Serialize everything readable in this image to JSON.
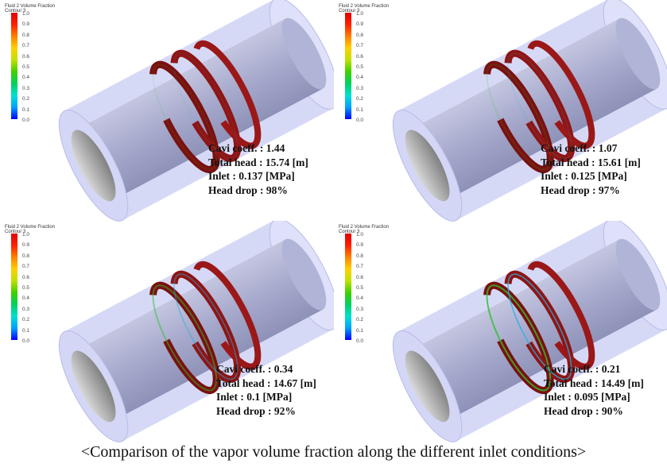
{
  "legend": {
    "title": "Fluid 2 Volume Fraction",
    "subtitle": "Contour 3",
    "ticks": [
      "1.0",
      "0.9",
      "0.8",
      "0.7",
      "0.6",
      "0.5",
      "0.4",
      "0.3",
      "0.2",
      "0.1",
      "0.0"
    ],
    "colors": [
      "#0000ff",
      "#00a0ff",
      "#00e0d0",
      "#00d060",
      "#40d000",
      "#c0e000",
      "#ffd000",
      "#ff8000",
      "#ff2000",
      "#e00000"
    ]
  },
  "panels": [
    {
      "cavi": "Cavi coeff. : 1.44",
      "head": "Total head : 15.74 [m]",
      "inlet": "Inlet : 0.137 [MPa]",
      "drop": "Head drop : 98%",
      "green": 0.1
    },
    {
      "cavi": "Cavi coeff. : 1.07",
      "head": "Total head : 15.61 [m]",
      "inlet": "Inlet : 0.125 [MPa]",
      "drop": "Head drop : 97%",
      "green": 0.15
    },
    {
      "cavi": "Cavi coeff. : 0.34",
      "head": "Total head : 14.67 [m]",
      "inlet": "Inlet : 0.1 [MPa]",
      "drop": "Head drop : 92%",
      "green": 0.5
    },
    {
      "cavi": "Cavi coeff. : 0.21",
      "head": "Total head : 14.49 [m]",
      "inlet": "Inlet : 0.095 [MPa]",
      "drop": "Head drop : 90%",
      "green": 0.8
    }
  ],
  "caption": "<Comparison of the vapor volume fraction along the different inlet conditions>"
}
